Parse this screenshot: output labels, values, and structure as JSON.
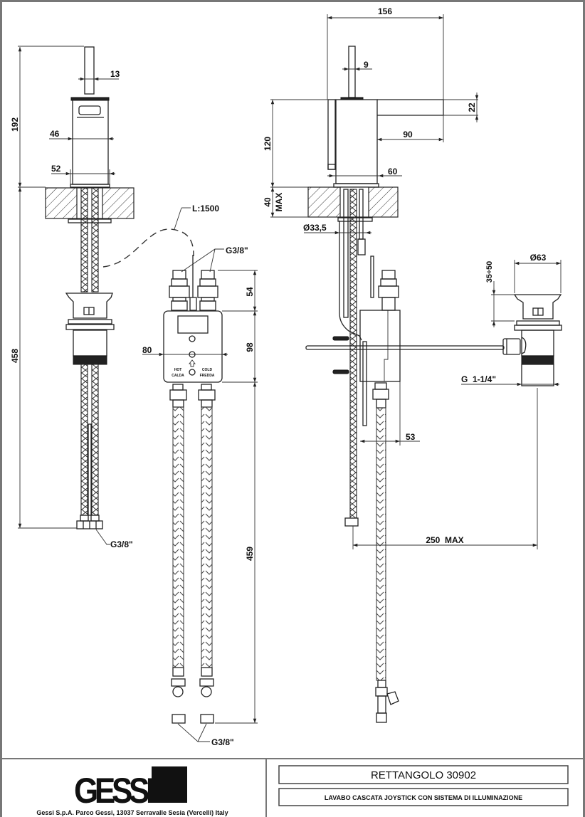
{
  "title_block": {
    "brand": "GESSI",
    "address": "Gessi S.p.A. Parco Gessi, 13037 Serravalle Sesia (Vercelli) Italy",
    "product_title": "RETTANGOLO 30902",
    "product_description": "LAVABO CASCATA JOYSTICK CON SISTEMA DI ILLUMINAZIONE"
  },
  "front_view": {
    "dims": {
      "height_top": "192",
      "lever_width": "13",
      "body_width": "46",
      "base_width": "52",
      "total_below": "458",
      "connection": "G3/8\""
    }
  },
  "control_box": {
    "cable_length": "L:1500",
    "inlet_thread": "G3/8\"",
    "fitting_height": "54",
    "box_height": "98",
    "box_width": "80",
    "hose_length": "459",
    "outlet_thread": "G3/8\"",
    "label_hot_1": "HOT",
    "label_hot_2": "CALDA",
    "label_cold_1": "COLD",
    "label_cold_2": "FREDDA"
  },
  "side_view": {
    "dims": {
      "overall_length": "156",
      "lever_width": "9",
      "spout_height": "22",
      "body_height": "120",
      "spout_reach": "90",
      "base_width": "60",
      "deck_thickness": "40",
      "deck_thickness_note": "MAX",
      "hole_diameter": "Ø33,5",
      "box_offset": "53",
      "rod_max": "250  MAX"
    }
  },
  "waste_valve": {
    "diameter": "Ø63",
    "height_range": "35÷50",
    "thread": "G  1-1/4\""
  }
}
